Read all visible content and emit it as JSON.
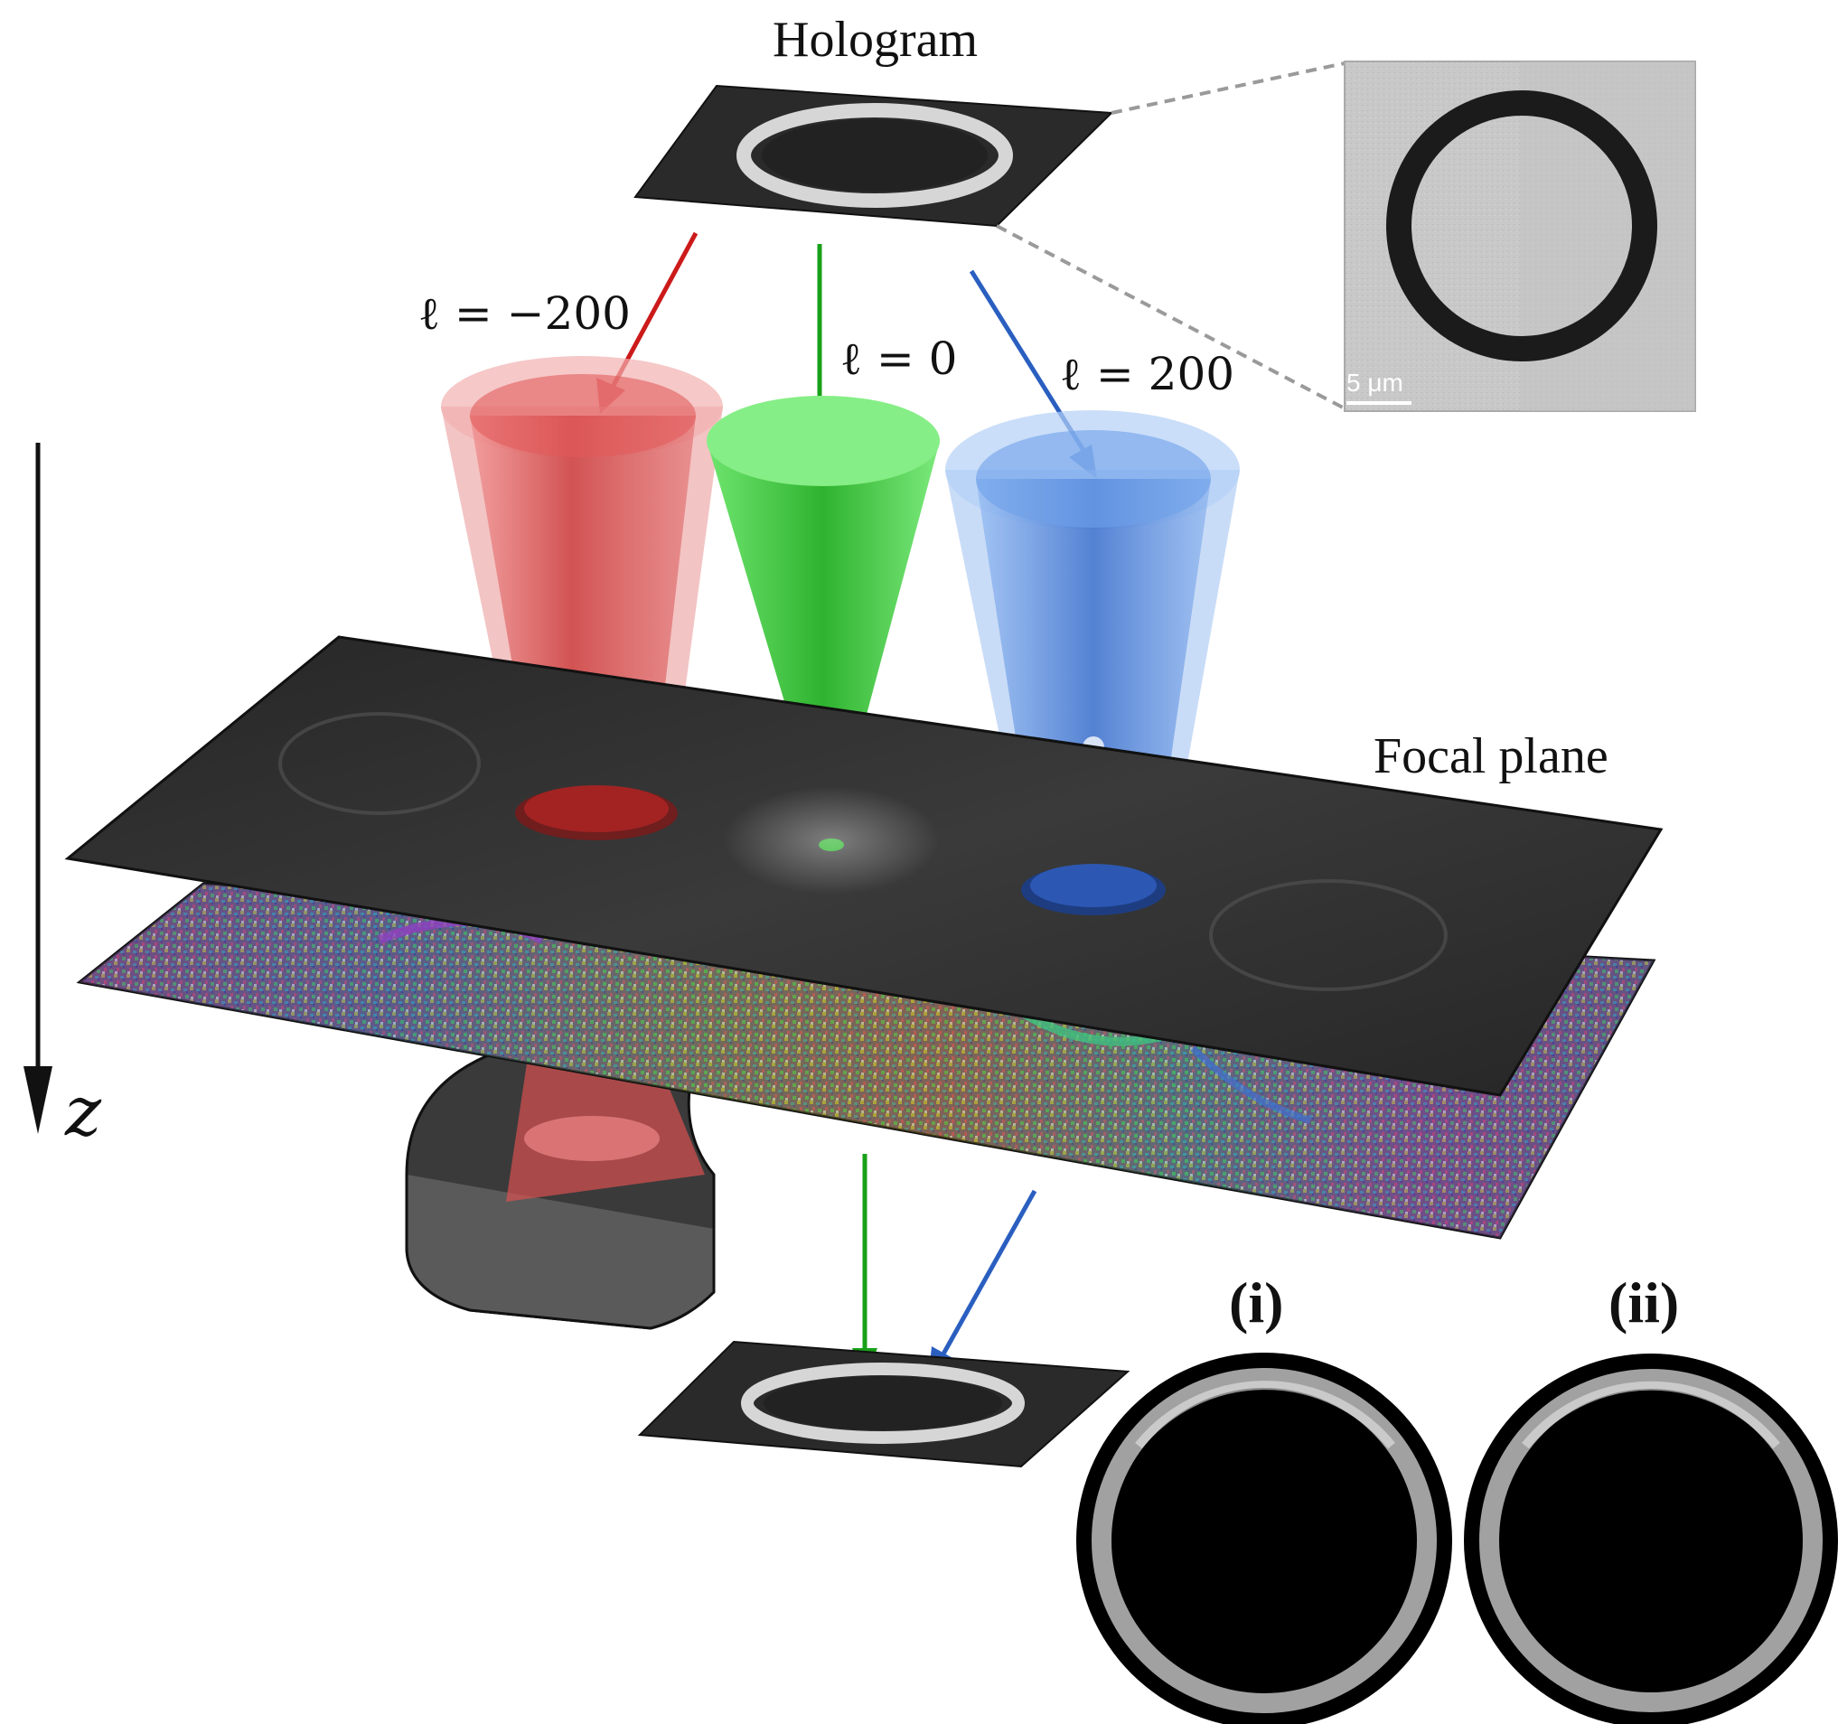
{
  "labels": {
    "hologram_title": "Hologram",
    "focal_plane_title": "Focal plane",
    "beam_red": "ℓ = −200",
    "beam_green": "ℓ = 0",
    "beam_blue": "ℓ = 200",
    "z_axis": "z",
    "scale_bar": "5 μm",
    "panel_i": "(i)",
    "panel_ii": "(ii)"
  },
  "colors": {
    "red_beam": "#d93a3a",
    "green_beam": "#3ccf3c",
    "blue_beam": "#3d7fe0",
    "plane": "#2b2b2b",
    "background": "#ffffff"
  }
}
